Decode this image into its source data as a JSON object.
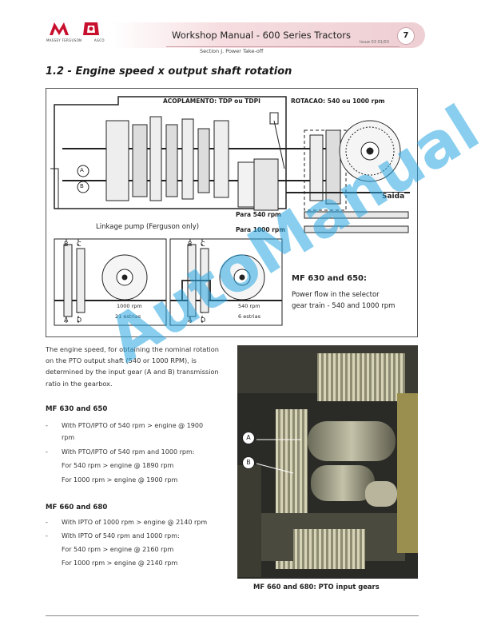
{
  "header": {
    "brand_left": "MASSEY FERGUSON",
    "brand_right": "AGCO",
    "title": "Workshop Manual - 600 Series Tractors",
    "page_number": "7",
    "section": "Section J. Power Take-off",
    "issue": "Issue 03 01/03"
  },
  "heading": "1.2 - Engine speed x output shaft rotation",
  "diagram": {
    "label_acoplamento": "ACOPLAMENTO: TDP ou TDPI",
    "label_rotacao": "ROTACAO: 540 ou 1000 rpm",
    "label_saida": "Saida",
    "label_para540": "Para 540 rpm",
    "label_para1000": "Para 1000 rpm",
    "label_linkage": "Linkage pump (Ferguson only)",
    "callout_a": "A",
    "callout_b": "B",
    "left_b": "B",
    "left_c": "C",
    "left_a": "A",
    "left_d": "D",
    "left_rpm": "1000 rpm",
    "left_estrias": "21 estrias",
    "mid_b": "B",
    "mid_c": "C",
    "mid_a": "A",
    "mid_d": "D",
    "mid_rpm": "540 rpm",
    "mid_estrias": "6 estrias",
    "mf_title": "MF 630 and 650:",
    "mf_line1": "Power flow in the selector",
    "mf_line2": "gear train - 540 and 1000 rpm"
  },
  "intro": "The engine speed, for obtaining the nominal rotation on the PTO output shaft (540 or 1000 RPM), is determined by the input gear (A and B) transmission ratio in the gearbox.",
  "mf630": {
    "heading": "MF 630 and 650",
    "bullet1_line1": "With PTO/IPTO of 540 rpm > engine @ 1900",
    "bullet1_line2": "rpm",
    "bullet2": "With PTO/IPTO of 540 rpm and 1000 rpm:",
    "sub1": "For 540 rpm > engine @ 1890 rpm",
    "sub2": "For 1000 rpm > engine @ 1900 rpm"
  },
  "mf660": {
    "heading": "MF 660 and 680",
    "bullet1": "With IPTO of 1000 rpm > engine @ 2140 rpm",
    "bullet2": "With IPTO of 540 rpm and 1000 rpm:",
    "sub1": "For 540 rpm > engine @ 2160 rpm",
    "sub2": "For 1000 rpm > engine @ 2140 rpm"
  },
  "photo": {
    "label_a": "A",
    "label_b": "B",
    "caption": "MF 660 and 680: PTO input gears"
  },
  "dash": "-",
  "watermark": "AutoManual",
  "colors": {
    "header_band": "#eecfd3",
    "watermark": "#28a5e1",
    "brand_red": "#c8102e"
  }
}
